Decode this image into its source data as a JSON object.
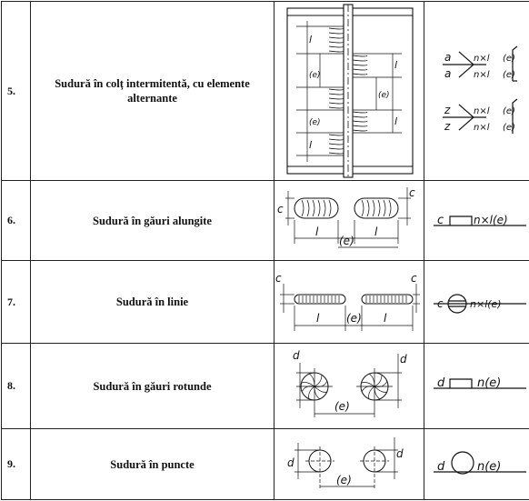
{
  "rows": [
    {
      "number": "5.",
      "name": "Sudură în colț intermitentă, cu elemente alternante",
      "figure": {
        "dim_length": "l",
        "dim_pitch": "(e)"
      },
      "symbol": {
        "upper_left_top": "a",
        "upper_left_bottom": "a",
        "upper_right_top": "n×l",
        "upper_right_top_pitch": "(e)",
        "upper_right_bottom": "n×l",
        "upper_right_bottom_pitch": "(e)",
        "lower_left_top": "z",
        "lower_left_bottom": "z",
        "lower_right_top": "n×l",
        "lower_right_top_pitch": "(e)",
        "lower_right_bottom": "n×l",
        "lower_right_bottom_pitch": "(e)"
      }
    },
    {
      "number": "6.",
      "name": "Sudură în găuri alungite",
      "figure": {
        "dim_width": "c",
        "dim_length": "l",
        "dim_pitch": "(e)"
      },
      "symbol": {
        "left": "c",
        "right": "n×l(e)"
      }
    },
    {
      "number": "7.",
      "name": "Sudură în linie",
      "figure": {
        "dim_width": "c",
        "dim_length": "l",
        "dim_pitch": "(e)"
      },
      "symbol": {
        "left": "c",
        "right": "n×l(e)"
      }
    },
    {
      "number": "8.",
      "name": "Sudură în găuri rotunde",
      "figure": {
        "dim_diameter": "d",
        "dim_pitch": "(e)"
      },
      "symbol": {
        "left": "d",
        "right": "n(e)"
      }
    },
    {
      "number": "9.",
      "name": "Sudură în puncte",
      "figure": {
        "dim_diameter": "d",
        "dim_pitch": "(e)"
      },
      "symbol": {
        "left": "d",
        "right": "n(e)"
      }
    }
  ]
}
